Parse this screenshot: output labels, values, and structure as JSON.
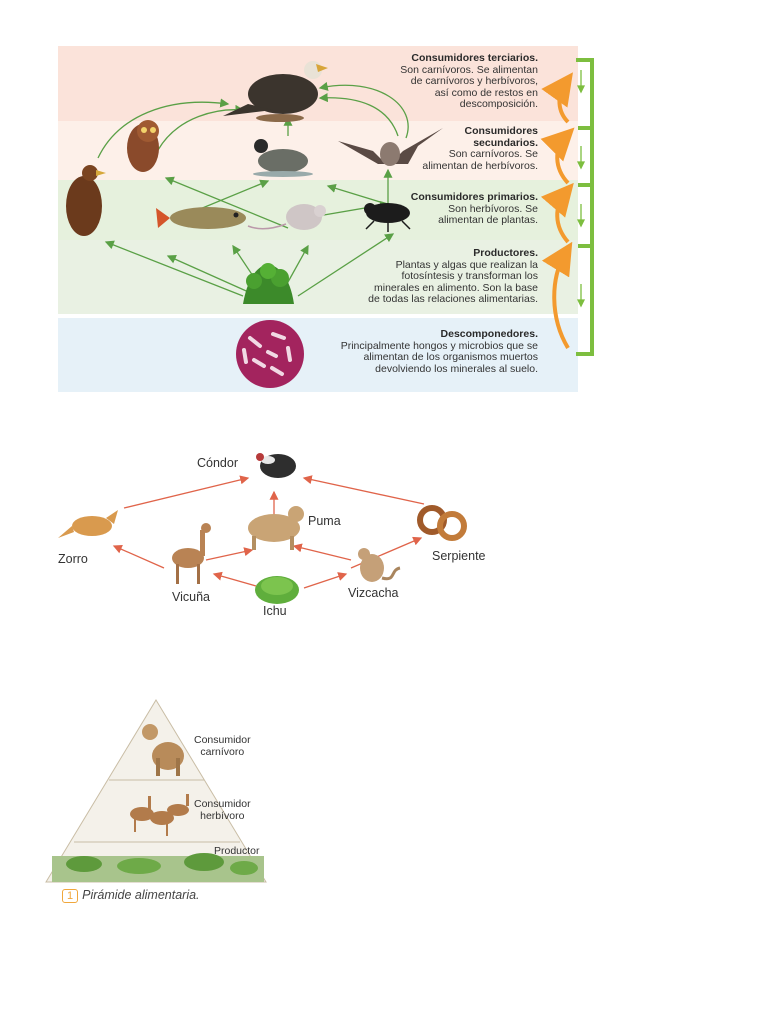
{
  "food_web": {
    "levels": [
      {
        "title": "Consumidores terciarios.",
        "lines": [
          "Son carnívoros. Se alimentan",
          "de carnívoros y herbívoros,",
          "así como de restos en",
          "descomposición."
        ],
        "color": "#fbe3da"
      },
      {
        "title": "Consumidores",
        "title2": "secundarios.",
        "lines": [
          "Son carnívoros. Se",
          "alimentan de herbívoros."
        ],
        "color": "#fdf0e9"
      },
      {
        "title": "Consumidores primarios.",
        "lines": [
          "Son herbívoros. Se",
          "alimentan de plantas."
        ],
        "color": "#e6f1dd"
      },
      {
        "title": "Productores.",
        "lines": [
          "Plantas y algas que realizan la",
          "fotosíntesis y transforman los",
          "minerales en alimento. Son la base",
          "de todas las relaciones alimentarias."
        ],
        "color": "#e9f1e3"
      },
      {
        "title": "Descomponedores.",
        "lines": [
          "Principalmente hongos y microbios que se",
          "alimentan de los organismos muertos",
          "devolviendo los minerales al suelo."
        ],
        "color": "#e6f1f8"
      }
    ],
    "colors": {
      "arrow": "#5aa046",
      "bracket": "#7dbe3f",
      "cycle": "#f39a2e"
    }
  },
  "andean_web": {
    "nodes": {
      "condor": "Cóndor",
      "puma": "Puma",
      "zorro": "Zorro",
      "serpiente": "Serpiente",
      "vicuna": "Vicuña",
      "vizcacha": "Vizcacha",
      "ichu": "Ichu"
    },
    "arrow_color": "#e0644a"
  },
  "pyramid": {
    "levels": [
      {
        "label1": "Consumidor",
        "label2": "carnívoro"
      },
      {
        "label1": "Consumidor",
        "label2": "herbívoro"
      },
      {
        "label1": "Productor",
        "label2": ""
      }
    ],
    "caption_number": "1",
    "caption": "Pirámide alimentaria."
  }
}
